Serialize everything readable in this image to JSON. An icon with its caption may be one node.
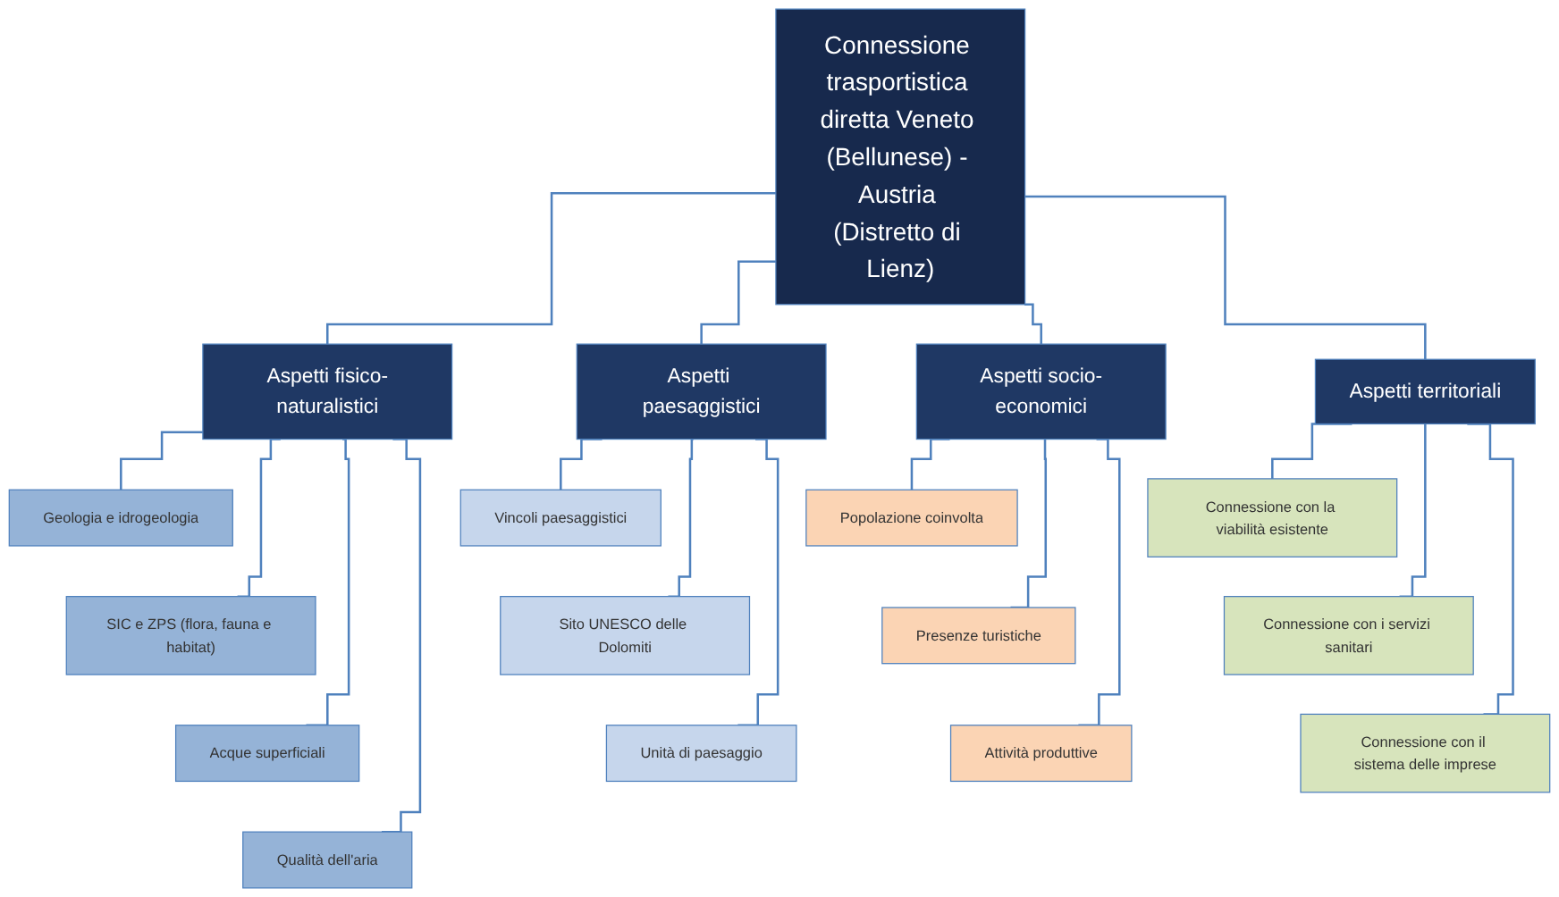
{
  "diagram": {
    "nodes": [
      {
        "text": [
          "Connessione trasportistica diretta Veneto (Bellunese) - Austria (Distretto di Lienz)"
        ]
      },
      {
        "text": [
          "Aspetti fisico-naturalistici"
        ]
      },
      {
        "text": [
          "Geologia e idrogeologia"
        ]
      },
      {
        "text": [
          "SIC e ZPS (flora, fauna e habitat)"
        ]
      },
      {
        "text": [
          "Acque superficiali"
        ]
      },
      {
        "text": [
          "Qualità dell'aria"
        ]
      },
      {
        "text": [
          "Aspetti paesaggistici"
        ]
      },
      {
        "text": [
          "Vincoli paesaggistici"
        ]
      },
      {
        "text": [
          "Sito UNESCO delle Dolomiti"
        ]
      },
      {
        "text": [
          "Unità di paesaggio"
        ]
      },
      {
        "text": [
          "Aspetti socio-economici"
        ]
      },
      {
        "text": [
          "Popolazione coinvolta"
        ]
      },
      {
        "text": [
          "Presenze turistiche"
        ]
      },
      {
        "text": [
          "Attività produttive"
        ]
      },
      {
        "text": [
          "Aspetti territoriali"
        ]
      },
      {
        "text": [
          "Connessione con la viabilità esistente"
        ]
      },
      {
        "text": [
          "Connessione con i servizi sanitari"
        ]
      },
      {
        "text": [
          "Connessione con il sistema delle imprese"
        ]
      }
    ],
    "edges": [
      {
        "from": 0,
        "to": 1,
        "arrow": "none"
      },
      {
        "from": 0,
        "to": 6,
        "arrow": "none"
      },
      {
        "from": 0,
        "to": 10,
        "arrow": "none"
      },
      {
        "from": 0,
        "to": 14,
        "arrow": "none"
      },
      {
        "from": 1,
        "to": 2,
        "arrow": "none"
      },
      {
        "from": 1,
        "to": 3,
        "arrow": "none"
      },
      {
        "from": 1,
        "to": 4,
        "arrow": "none"
      },
      {
        "from": 1,
        "to": 5,
        "arrow": "none"
      },
      {
        "from": 6,
        "to": 7,
        "arrow": "none"
      },
      {
        "from": 6,
        "to": 8,
        "arrow": "none"
      },
      {
        "from": 6,
        "to": 9,
        "arrow": "none"
      },
      {
        "from": 10,
        "to": 11,
        "arrow": "none"
      },
      {
        "from": 10,
        "to": 12,
        "arrow": "none"
      },
      {
        "from": 10,
        "to": 13,
        "arrow": "none"
      },
      {
        "from": 14,
        "to": 15,
        "arrow": "none"
      },
      {
        "from": 14,
        "to": 16,
        "arrow": "none"
      },
      {
        "from": 14,
        "to": 17,
        "arrow": "none"
      }
    ]
  }
}
